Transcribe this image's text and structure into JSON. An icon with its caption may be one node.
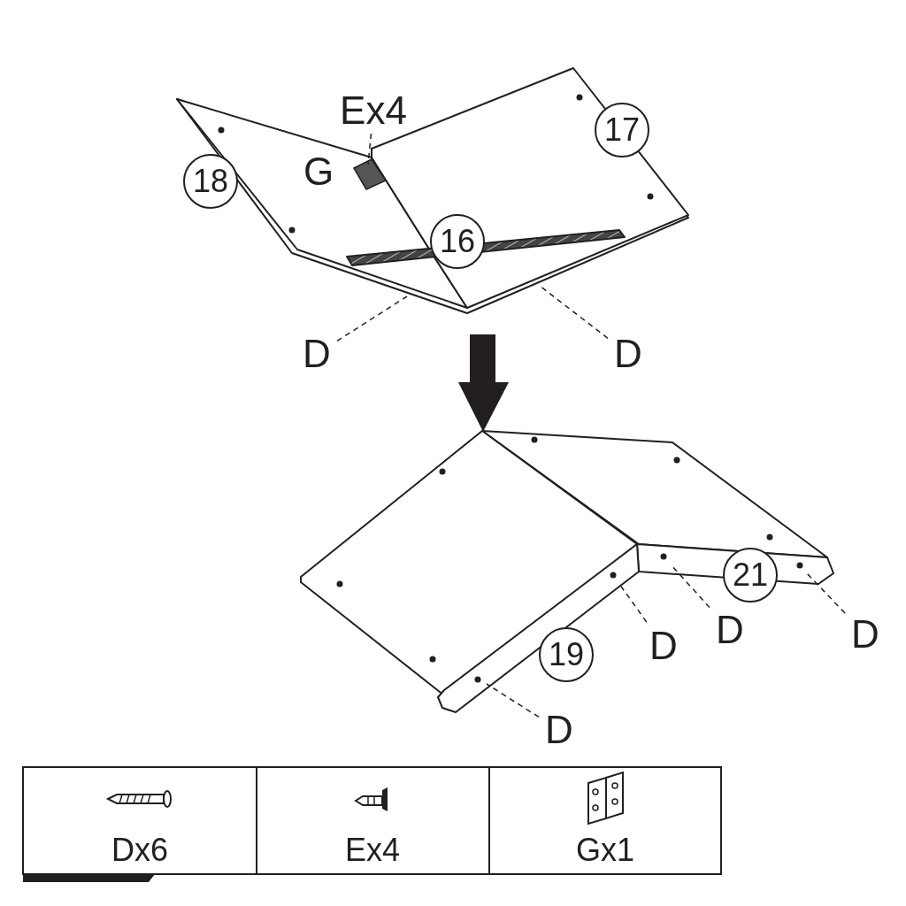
{
  "diagram": {
    "nodes": [
      {
        "text": [
          "Ex4"
        ]
      },
      {
        "text": [
          "17"
        ]
      },
      {
        "text": [
          "18"
        ]
      },
      {
        "text": [
          "16"
        ]
      },
      {
        "text": [
          "D"
        ]
      },
      {
        "text": [
          "D"
        ]
      },
      {
        "text": [
          "21"
        ]
      },
      {
        "text": [
          "D"
        ]
      },
      {
        "text": [
          "D"
        ]
      },
      {
        "text": [
          "D"
        ]
      },
      {
        "text": [
          "19"
        ]
      },
      {
        "text": [
          "D"
        ]
      }
    ],
    "edges": [
      {
        "from": 0,
        "to": null,
        "arrow": "none",
        "style": "dashed"
      },
      {
        "from": 4,
        "to": null,
        "arrow": "none",
        "style": "dashed"
      },
      {
        "from": 5,
        "to": null,
        "arrow": "none",
        "style": "dashed"
      },
      {
        "from": 7,
        "to": null,
        "arrow": "none",
        "style": "dashed"
      },
      {
        "from": 8,
        "to": null,
        "arrow": "none",
        "style": "dashed"
      },
      {
        "from": 9,
        "to": null,
        "arrow": "none",
        "style": "dashed"
      },
      {
        "from": 11,
        "to": null,
        "arrow": "none",
        "style": "dashed"
      }
    ],
    "labels": [
      "G",
      "Dx6",
      "Ex4",
      "Gx1"
    ]
  }
}
